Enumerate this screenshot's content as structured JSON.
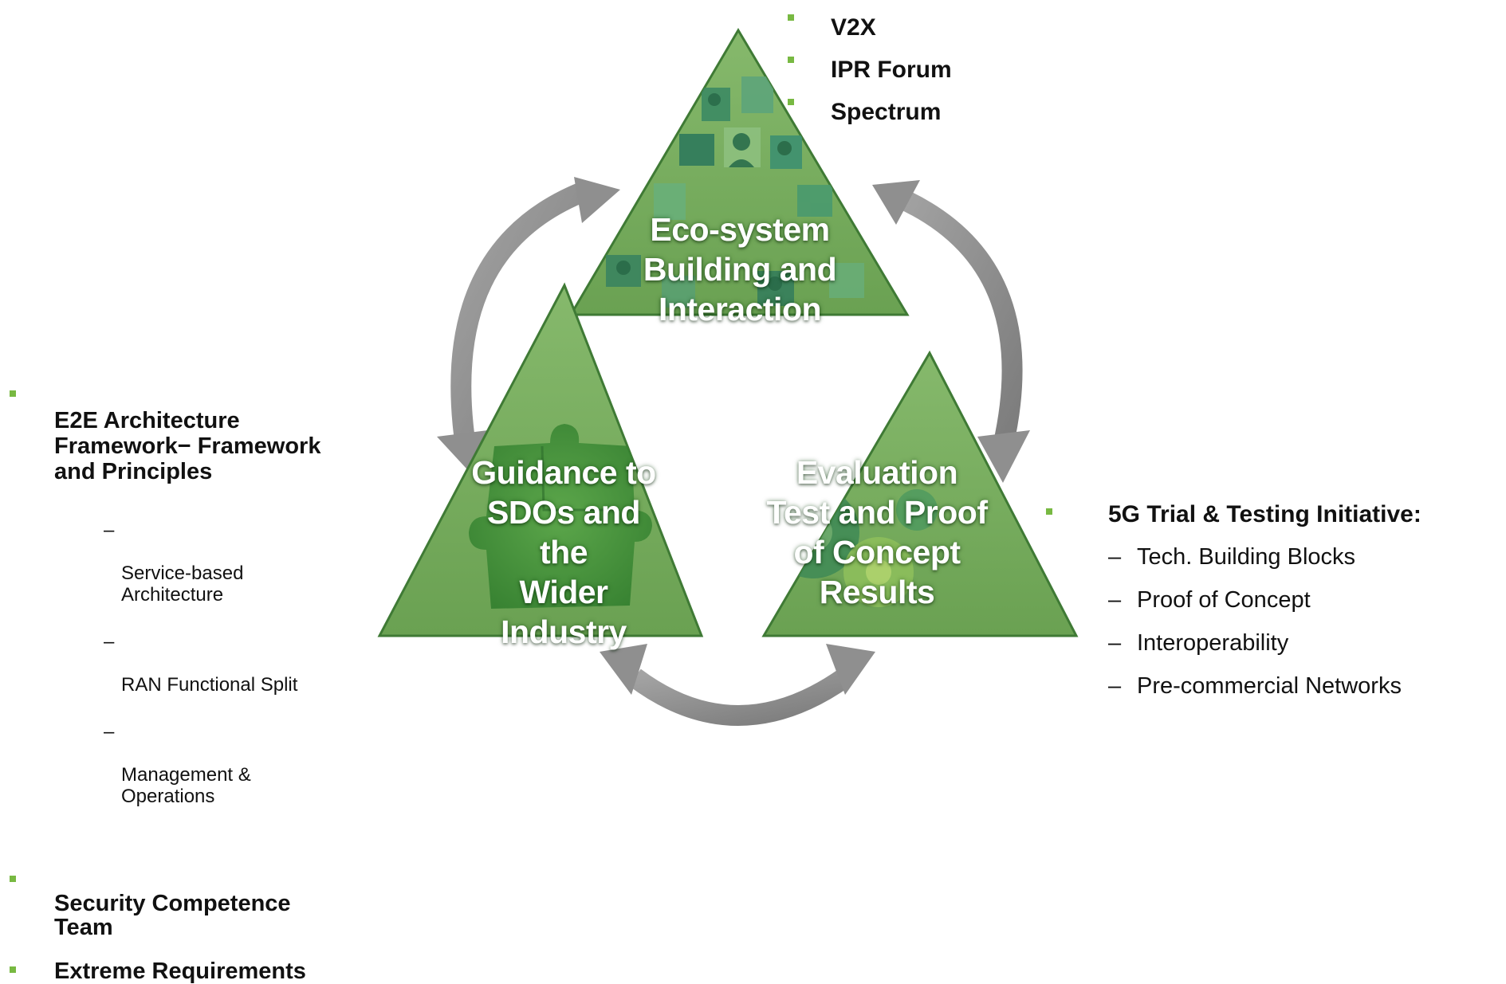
{
  "colors": {
    "triangle_fill": "#74a95a",
    "triangle_dark": "#4f8a3c",
    "triangle_edge": "#3f7a35",
    "arrow_gray": "#8f8f8f",
    "bullet_green": "#78b942"
  },
  "top_bullets": [
    {
      "label": "V2X"
    },
    {
      "label": "IPR Forum"
    },
    {
      "label": "Spectrum"
    }
  ],
  "triangles": {
    "top": {
      "label": "Eco-system\nBuilding and\nInteraction",
      "icon": "people-mosaic-icon"
    },
    "left": {
      "label": "Guidance to\nSDOs and the\nWider\nIndustry",
      "icon": "puzzle-icon"
    },
    "right": {
      "label": "Evaluation\nTest and Proof\nof Concept\nResults",
      "icon": "gears-icon"
    }
  },
  "cycle_arrows": [
    "left-cycle-arrow",
    "right-cycle-arrow",
    "bottom-cycle-arrow"
  ],
  "left_list": {
    "item1": {
      "label": "E2E Architecture\nFramework− Framework\nand Principles",
      "subs": [
        {
          "dash": "–",
          "label": "Service-based\nArchitecture"
        },
        {
          "dash": "–",
          "label": "RAN Functional Split"
        },
        {
          "dash": "–",
          "label": "Management &\nOperations"
        }
      ]
    },
    "item2": {
      "label": "Security Competence\nTeam"
    },
    "item3": {
      "label": "Extreme Requirements"
    }
  },
  "right_list": {
    "heading": "5G Trial & Testing Initiative:",
    "subs": [
      {
        "dash": "–",
        "label": "Tech. Building Blocks"
      },
      {
        "dash": "–",
        "label": "Proof of Concept"
      },
      {
        "dash": "–",
        "label": "Interoperability"
      },
      {
        "dash": "–",
        "label": "Pre-commercial Networks"
      }
    ]
  }
}
